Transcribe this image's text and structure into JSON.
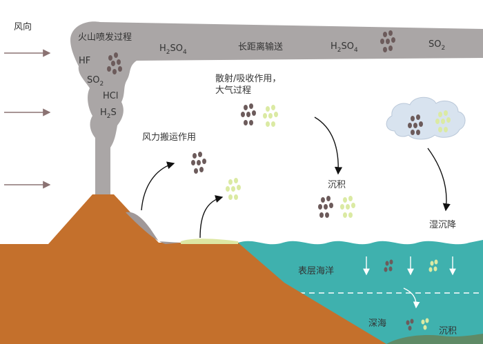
{
  "labels": {
    "wind_direction": "风向",
    "eruption": "火山喷发过程",
    "long_range": "长距离输送",
    "scatter_line1": "散射/吸收作用，",
    "scatter_line2": "大气过程",
    "wind_transport": "风力搬运作用",
    "deposition_mid": "沉积",
    "wet_deposition": "湿沉降",
    "surface_ocean": "表层海洋",
    "deep_sea": "深海",
    "deposition_deep": "沉积"
  },
  "gases": {
    "hf": "HF",
    "so2_main": "SO",
    "so2_sub": "2",
    "hcl": "HCl",
    "h2s_h": "H",
    "h2s_sub": "2",
    "h2s_s": "S",
    "h2so4_a_h": "H",
    "h2so4_a_sub2": "2",
    "h2so4_a_so": "SO",
    "h2so4_a_sub4": "4",
    "h2so4_b_h": "H",
    "h2so4_b_sub2": "2",
    "h2so4_b_so": "SO",
    "h2so4_b_sub4": "4",
    "so2_right_main": "SO",
    "so2_right_sub": "2"
  },
  "colors": {
    "plume": "#aaa6a6",
    "volcano": "#c4702c",
    "sea": "#3fb1ae",
    "dark_particle": "#6c5b5b",
    "light_particle": "#dbeaa3",
    "cloud": "#d8e3ef"
  }
}
